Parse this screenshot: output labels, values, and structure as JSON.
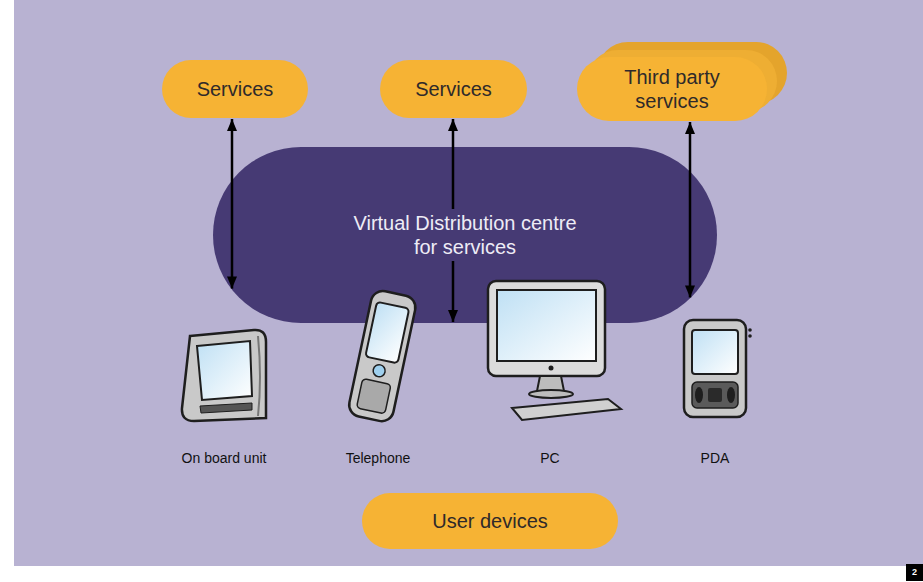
{
  "diagram": {
    "nodes": [
      {
        "text": [
          "Services"
        ]
      },
      {
        "text": [
          "Services"
        ]
      },
      {
        "text": [
          "Third party services"
        ]
      },
      {
        "text": [
          "Virtual Distribution centre for services"
        ]
      },
      {
        "text": [
          "User devices"
        ]
      }
    ],
    "edges": [
      {
        "from": 0,
        "to": 3,
        "arrow": "both"
      },
      {
        "from": 1,
        "to": 3,
        "arrow": "both"
      },
      {
        "from": 2,
        "to": 3,
        "arrow": "both"
      }
    ],
    "labels": [
      "On board unit",
      "Telephone",
      "PC",
      "PDA",
      "2"
    ]
  }
}
